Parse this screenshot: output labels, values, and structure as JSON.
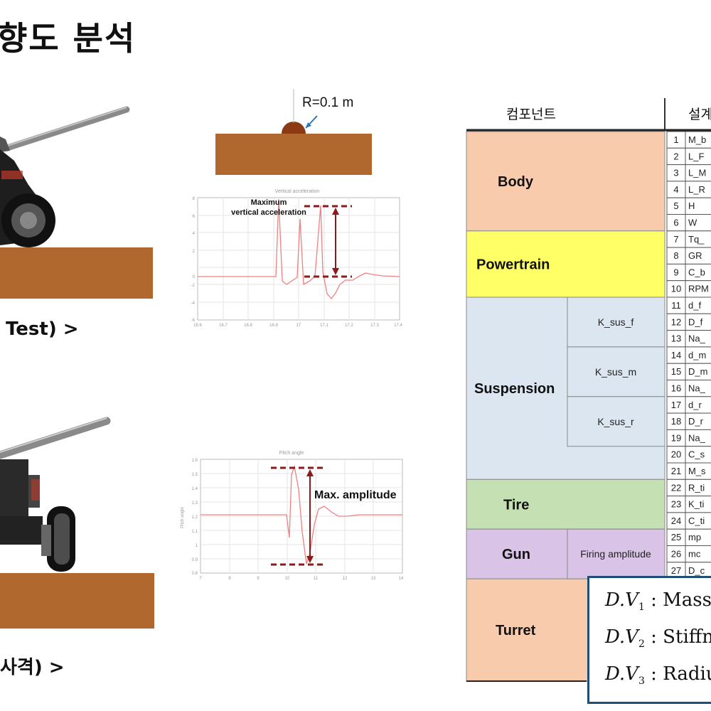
{
  "title": "향도 분석",
  "captions": {
    "test1": "Test) >",
    "test2": "사격) >"
  },
  "bump": {
    "label": "R=0.1 m"
  },
  "chart1": {
    "small_title": "Vertical acceleration",
    "annotation_line1": "Maximum",
    "annotation_line2": "vertical acceleration",
    "y_ticks": [
      "8",
      "6",
      "4",
      "2",
      "0",
      "-2",
      "-4",
      "-6"
    ],
    "x_ticks": [
      "16.6",
      "16.7",
      "16.8",
      "16.9",
      "17",
      "17.1",
      "17.2",
      "17.3",
      "17.4"
    ]
  },
  "chart2": {
    "small_title": "Pitch angle",
    "ylabel": "Pitch angle",
    "annotation": "Max. amplitude",
    "y_ticks": [
      "1.6",
      "1.5",
      "1.4",
      "1.3",
      "1.2",
      "1.1",
      "1",
      "0.9",
      "0.8"
    ],
    "x_ticks": [
      "7",
      "8",
      "9",
      "10",
      "11",
      "12",
      "13",
      "14"
    ]
  },
  "table": {
    "header_component": "컴포넌트",
    "header_design": "설계",
    "groups": [
      {
        "label": "Body",
        "color": "#f8cbad"
      },
      {
        "label": "Powertrain",
        "color": "#ffff66"
      },
      {
        "label": "Suspension",
        "color": "#dce6f0"
      },
      {
        "label": "Tire",
        "color": "#c5e0b3"
      },
      {
        "label": "Gun",
        "color": "#d9c3e6"
      },
      {
        "label": "Turret",
        "color": "#f8cbad"
      }
    ],
    "subgroups": [
      "K_sus_f",
      "K_sus_m",
      "K_sus_r",
      "Firing amplitude"
    ],
    "rows": [
      {
        "num": "1",
        "var": "M_b"
      },
      {
        "num": "2",
        "var": "L_F"
      },
      {
        "num": "3",
        "var": "L_M"
      },
      {
        "num": "4",
        "var": "L_R"
      },
      {
        "num": "5",
        "var": "H"
      },
      {
        "num": "6",
        "var": "W"
      },
      {
        "num": "7",
        "var": "Tq_"
      },
      {
        "num": "8",
        "var": "GR"
      },
      {
        "num": "9",
        "var": "C_b"
      },
      {
        "num": "10",
        "var": "RPM"
      },
      {
        "num": "11",
        "var": "d_f"
      },
      {
        "num": "12",
        "var": "D_f"
      },
      {
        "num": "13",
        "var": "Na_"
      },
      {
        "num": "14",
        "var": "d_m"
      },
      {
        "num": "15",
        "var": "D_m"
      },
      {
        "num": "16",
        "var": "Na_"
      },
      {
        "num": "17",
        "var": "d_r"
      },
      {
        "num": "18",
        "var": "D_r"
      },
      {
        "num": "19",
        "var": "Na_"
      },
      {
        "num": "20",
        "var": "C_s"
      },
      {
        "num": "21",
        "var": "M_s"
      },
      {
        "num": "22",
        "var": "R_ti"
      },
      {
        "num": "23",
        "var": "K_ti"
      },
      {
        "num": "24",
        "var": "C_ti"
      },
      {
        "num": "25",
        "var": "mp"
      },
      {
        "num": "26",
        "var": "mc"
      },
      {
        "num": "27",
        "var": "D_c"
      }
    ]
  },
  "design_vars": [
    {
      "sym": "D.V",
      "sub": "1",
      "text": ": Mass"
    },
    {
      "sym": "D.V",
      "sub": "2",
      "text": ": Stiffn"
    },
    {
      "sym": "D.V",
      "sub": "3",
      "text": ": Radiu"
    }
  ],
  "colors": {
    "ground": "#b0682e",
    "bump": "#8b3a12",
    "annot": "#8b1a1a",
    "border": "#1f4e79",
    "curve": "#f08080"
  }
}
